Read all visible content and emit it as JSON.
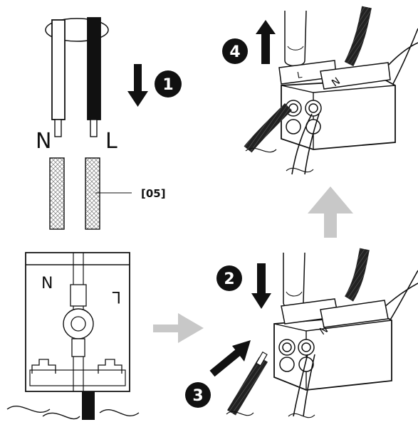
{
  "labels": {
    "neutral": "N",
    "live": "L",
    "part_ref": "[05]",
    "clamp_neutral": "N",
    "clamp_live": "L",
    "lever_left": "L",
    "lever_right": "N"
  },
  "steps": [
    "1",
    "2",
    "3",
    "4"
  ],
  "colors": {
    "ink": "#111111",
    "arrow_gray": "#c8c8c8",
    "braid": "#8a8a8a"
  }
}
